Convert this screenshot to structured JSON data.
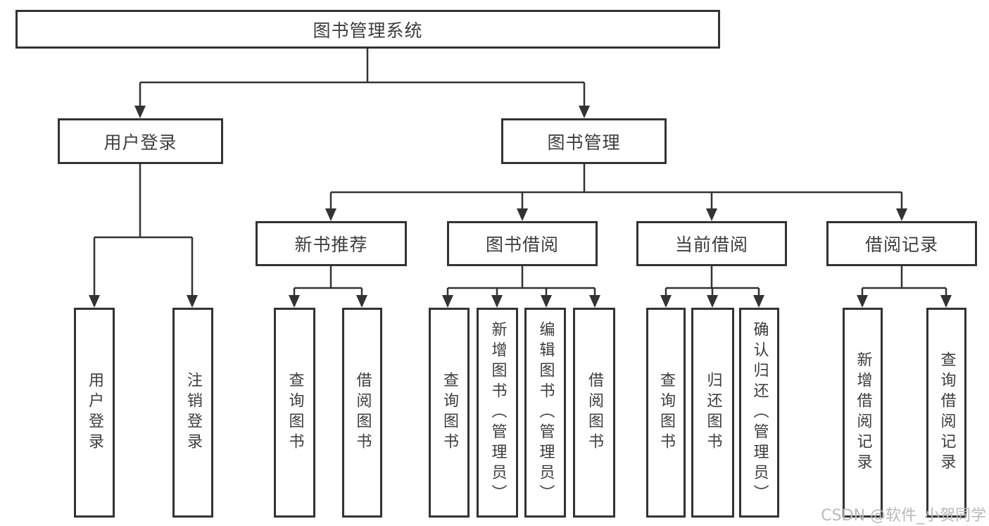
{
  "diagram": {
    "root": "图书管理系统",
    "level2": [
      "用户登录",
      "图书管理"
    ],
    "level3": [
      "新书推荐",
      "图书借阅",
      "当前借阅",
      "借阅记录"
    ],
    "leaves": {
      "login": [
        "用户登录",
        "注销登录"
      ],
      "recommend": [
        "查询图书",
        "借阅图书"
      ],
      "borrow": [
        "查询图书",
        "新增图书（管理员）",
        "编辑图书（管理员）",
        "借阅图书"
      ],
      "current": [
        "查询图书",
        "归还图书",
        "确认归还（管理员）"
      ],
      "records": [
        "新增借阅记录",
        "查询借阅记录"
      ]
    }
  },
  "watermark": "CSDN @软件_小贺同学",
  "colors": {
    "line": "#333333",
    "box_border": "#333333",
    "box_fill": "#ffffff",
    "text": "#3d3d3d",
    "watermark": "#b9b9b9",
    "background": "#ffffff"
  }
}
